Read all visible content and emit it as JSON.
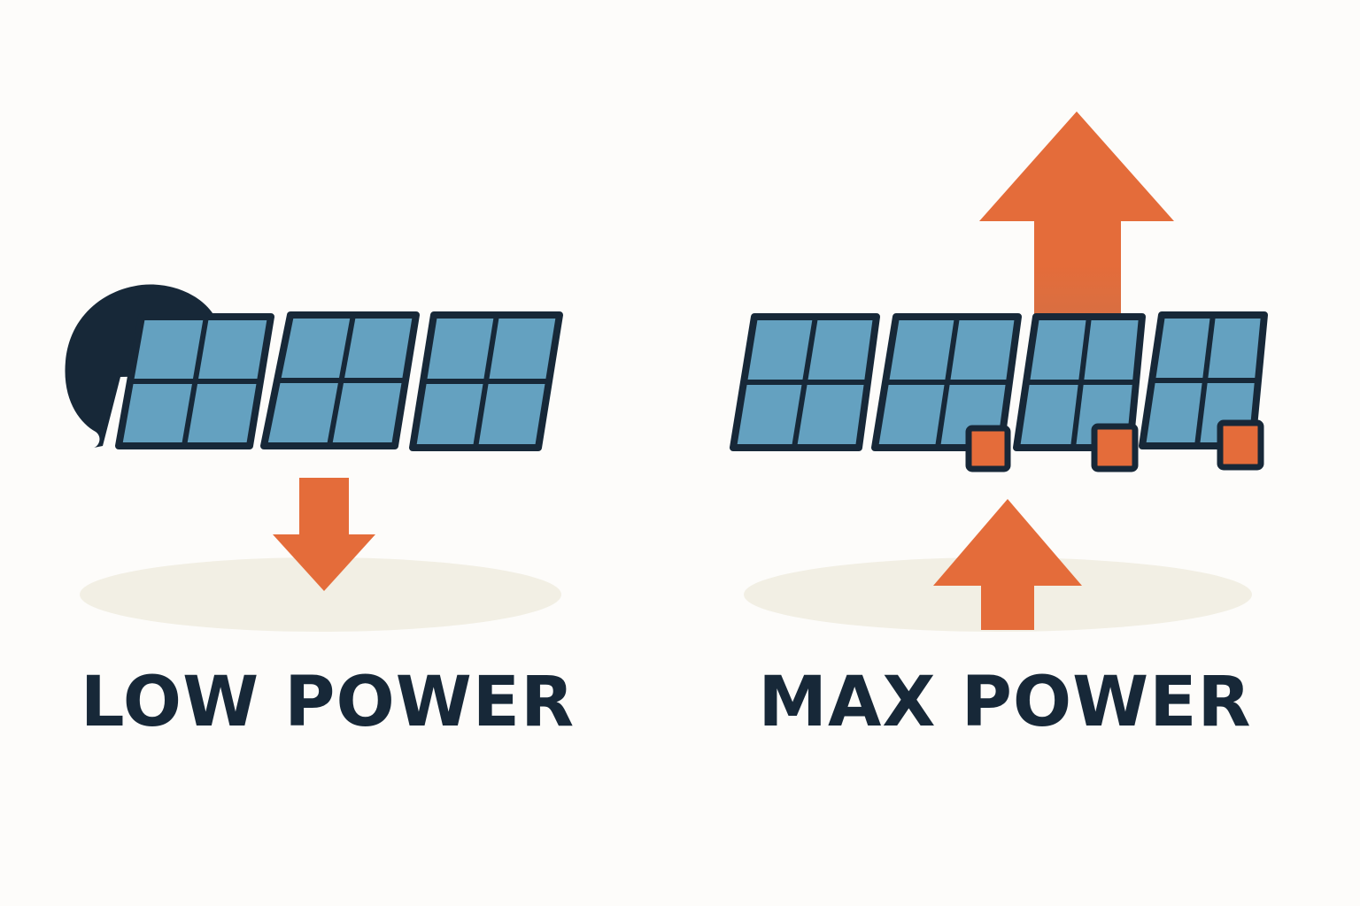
{
  "colors": {
    "background": "#fdfcfa",
    "panel_cell": "#64a1c0",
    "outline": "#172838",
    "arrow": "#e46c3a",
    "ground": "#f2efe4",
    "shade": "#172838"
  },
  "icons": {
    "shade_blob": "shade-blob-icon",
    "down_arrow": "down-arrow-icon",
    "up_arrow": "up-arrow-icon",
    "optimizer": "optimizer-box-icon"
  },
  "left_panel": {
    "caption": "LOW POWER",
    "shaded": true,
    "direction": "down"
  },
  "right_panel": {
    "caption": "MAX POWER",
    "shaded": false,
    "direction": "up",
    "optimizer_count": 3
  }
}
